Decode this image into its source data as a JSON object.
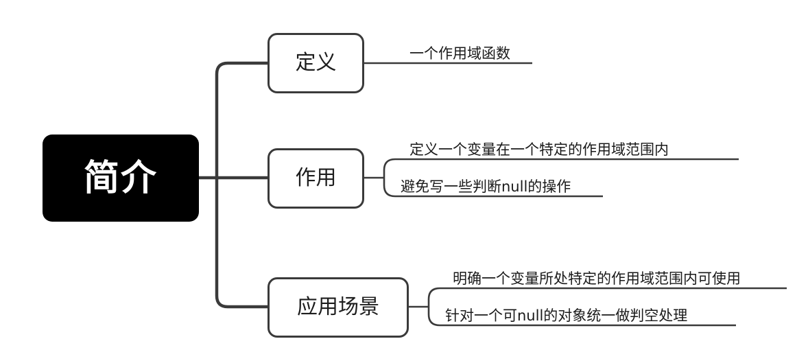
{
  "diagram": {
    "type": "mind-map",
    "orientation": "left-to-right",
    "background_color": "#ffffff",
    "stroke_color": "#3a3a3a",
    "root": {
      "label": "简介",
      "fill_color": "#000000",
      "text_color": "#ffffff"
    },
    "branches": [
      {
        "label": "定义",
        "leaves": [
          {
            "text": "一个作用域函数"
          }
        ]
      },
      {
        "label": "作用",
        "leaves": [
          {
            "text": "定义一个变量在一个特定的作用域范围内"
          },
          {
            "text": "避免写一些判断null的操作"
          }
        ]
      },
      {
        "label": "应用场景",
        "leaves": [
          {
            "text": "明确一个变量所处特定的作用域范围内可使用"
          },
          {
            "text": "针对一个可null的对象统一做判空处理"
          }
        ]
      }
    ]
  }
}
